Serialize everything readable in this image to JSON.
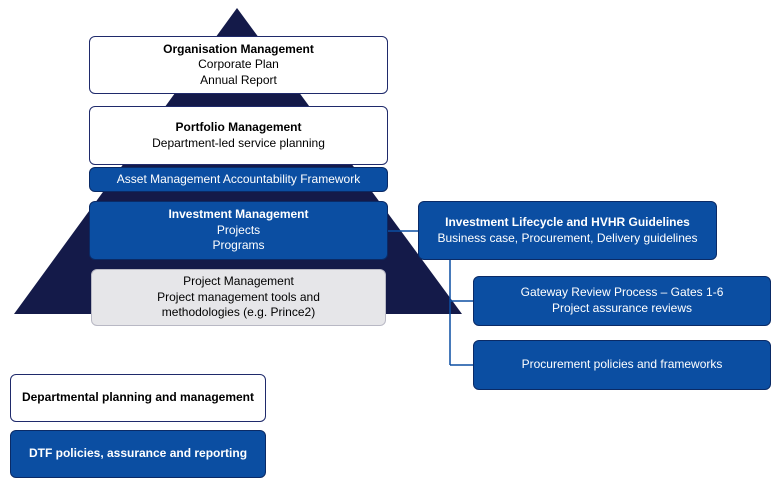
{
  "colors": {
    "pyramid": "#141a49",
    "blue_box": "#0b4ea2",
    "grey_box": "#e6e6e9",
    "connector": "#0b4ea2"
  },
  "pyramid": {
    "organisation": {
      "title": "Organisation Management",
      "line1": "Corporate Plan",
      "line2": "Annual Report"
    },
    "portfolio": {
      "title": "Portfolio Management",
      "line1": "Department-led service planning"
    },
    "asset_framework": {
      "label": "Asset Management Accountability Framework"
    },
    "investment": {
      "title": "Investment Management",
      "line1": "Projects",
      "line2": "Programs"
    },
    "project": {
      "title": "Project Management",
      "line1": "Project management tools and",
      "line2": "methodologies (e.g. Prince2)"
    }
  },
  "side": {
    "lifecycle": {
      "title": "Investment Lifecycle and HVHR Guidelines",
      "line1": "Business case, Procurement, Delivery guidelines"
    },
    "gateway": {
      "line1": "Gateway Review Process – Gates 1-6",
      "line2": "Project assurance reviews"
    },
    "procurement": {
      "label": "Procurement policies and frameworks"
    }
  },
  "legend": {
    "departmental": "Departmental planning and management",
    "dtf": "DTF policies, assurance and reporting"
  }
}
